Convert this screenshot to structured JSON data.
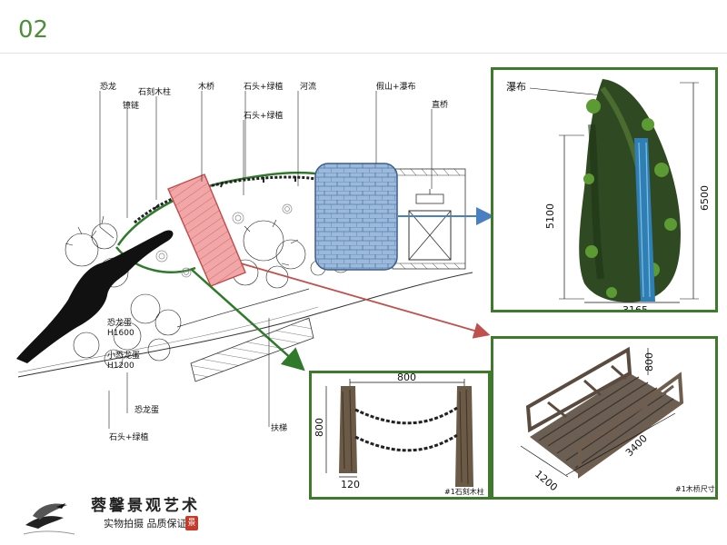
{
  "page": {
    "number": "02"
  },
  "labels": {
    "dinosaur": "恐龙",
    "stone_post": "石刻木柱",
    "chain": "镣链",
    "wood_bridge": "木桥",
    "stone_plants_1": "石头+绿植",
    "stone_plants_2": "石头+绿植",
    "river": "河流",
    "rockery_waterfall": "假山+瀑布",
    "fountain": "直桥",
    "dino_egg_h1600": "恐龙蛋\nH1600",
    "dino_egg_h1200": "小恐龙蛋\nH1200",
    "dino_egg": "恐龙蛋",
    "stone_plants_3": "石头+绿植",
    "handrail": "扶梯"
  },
  "waterfall_panel": {
    "label": "瀑布",
    "dim_height_water": "5100",
    "dim_height_total": "6500",
    "dim_width": "3165"
  },
  "chain_panel": {
    "dim_width": "800",
    "dim_height": "800",
    "dim_post": "120",
    "caption": "#1石刻木柱"
  },
  "bridge_panel": {
    "dim_height": "800",
    "dim_length": "3400",
    "dim_width": "1200",
    "caption": "#1木桥尺寸"
  },
  "footer": {
    "brand": "蓉馨景观艺术",
    "slogan": "实物拍摄  品质保证",
    "seal": "景"
  },
  "colors": {
    "accent_green": "#3d7a2b",
    "bridge_red": "#e07a7a",
    "pond_blue": "#9ab9dc",
    "arrow_blue": "#4a7fc1",
    "arrow_red": "#c0504d"
  }
}
